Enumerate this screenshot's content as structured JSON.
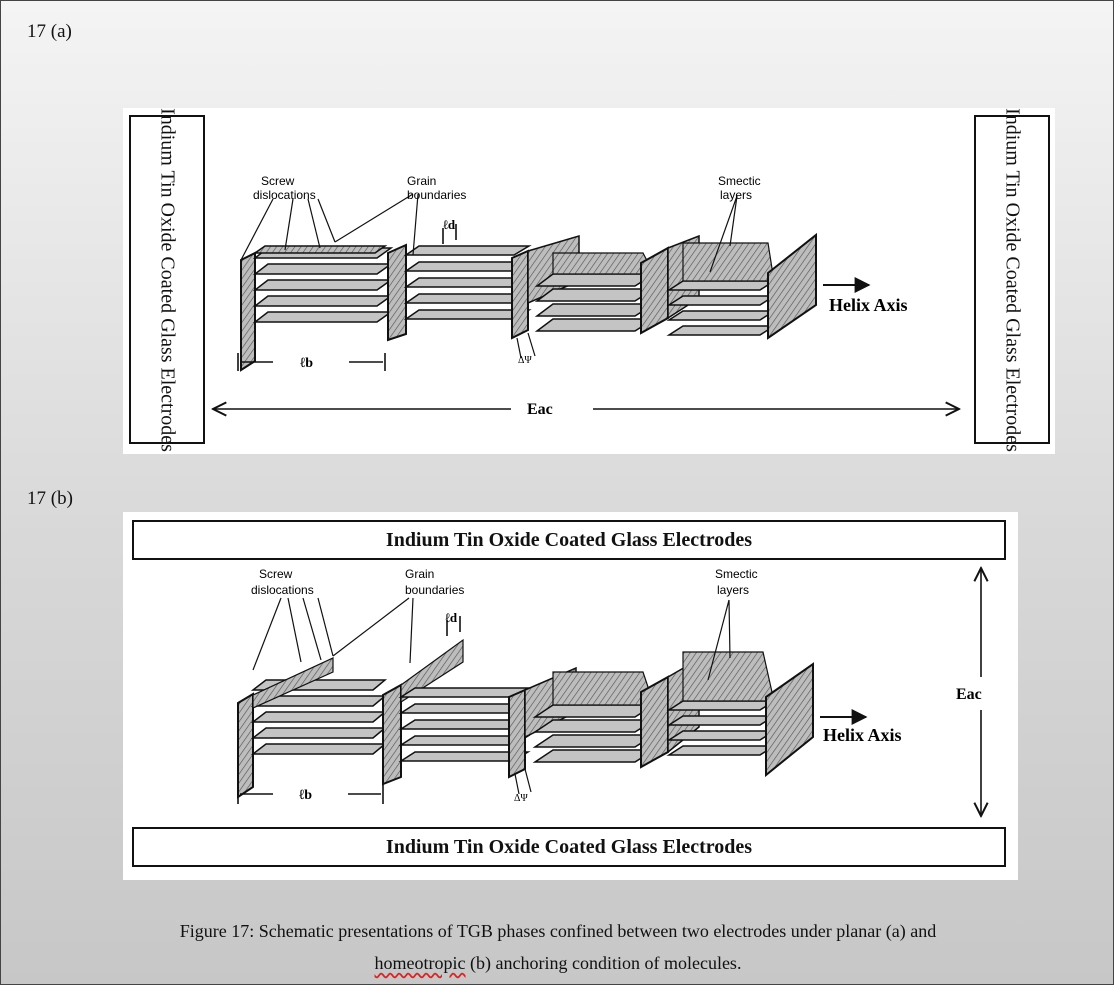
{
  "panel_a": {
    "label": "17 (a)",
    "electrode_left": "Indium Tin Oxide Coated Glass Electrodes",
    "electrode_right": "Indium Tin Oxide Coated Glass Electrodes",
    "screw_label_1": "Screw",
    "screw_label_2": "dislocations",
    "grain_label_1": "Grain",
    "grain_label_2": "boundaries",
    "smectic_label_1": "Smectic",
    "smectic_label_2": "layers",
    "ld_label": "ℓd",
    "lb_label": "ℓb",
    "dpsi_label": "ΔΨ",
    "helix_label": "Helix Axis",
    "field_label": "Eac"
  },
  "panel_b": {
    "label": "17 (b)",
    "electrode_top": "Indium Tin Oxide Coated Glass Electrodes",
    "electrode_bottom": "Indium Tin Oxide Coated Glass Electrodes",
    "screw_label_1": "Screw",
    "screw_label_2": "dislocations",
    "grain_label_1": "Grain",
    "grain_label_2": "boundaries",
    "smectic_label_1": "Smectic",
    "smectic_label_2": "layers",
    "ld_label": "ℓd",
    "lb_label": "ℓb",
    "dpsi_label": "ΔΨ",
    "helix_label": "Helix Axis",
    "field_label": "Eac"
  },
  "caption": {
    "line1": "Figure 17: Schematic presentations of TGB phases confined between two electrodes under planar (a) and",
    "line2_word": "homeotropic",
    "line2_rest": " (b) anchoring condition of molecules."
  }
}
